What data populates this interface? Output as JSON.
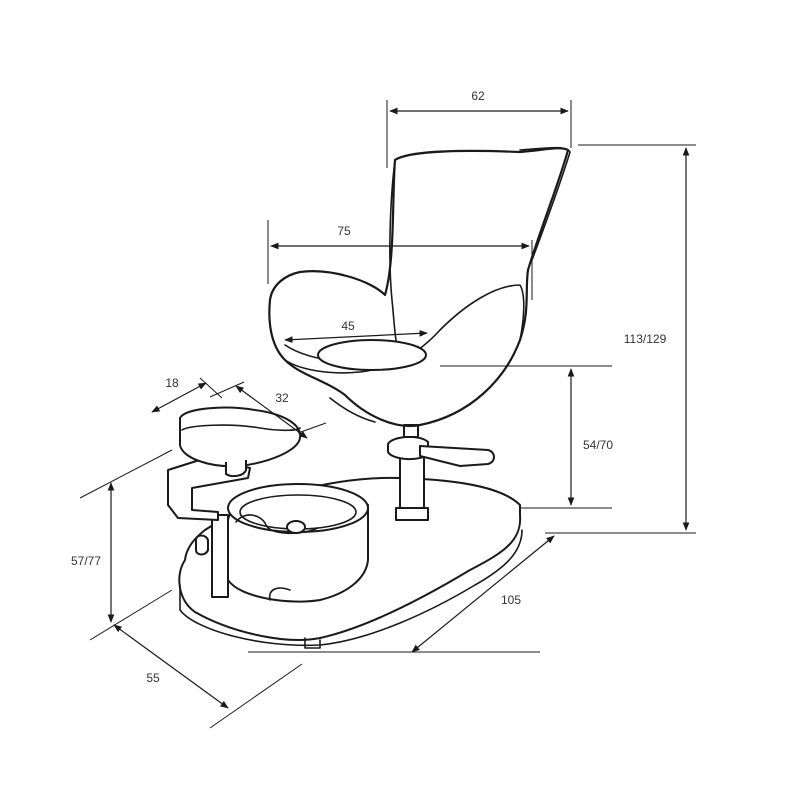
{
  "figure": {
    "dimensions": {
      "chair_width_top": "62",
      "chair_width_arms": "75",
      "seat_width": "45",
      "footrest_depth": "18",
      "footrest_width": "32",
      "total_height": "113/129",
      "seat_height": "54/70",
      "footrest_height": "57/77",
      "base_width": "55",
      "base_length": "105"
    },
    "colors": {
      "line": "#1a1a1a",
      "label": "#333333",
      "background": "#ffffff"
    }
  }
}
